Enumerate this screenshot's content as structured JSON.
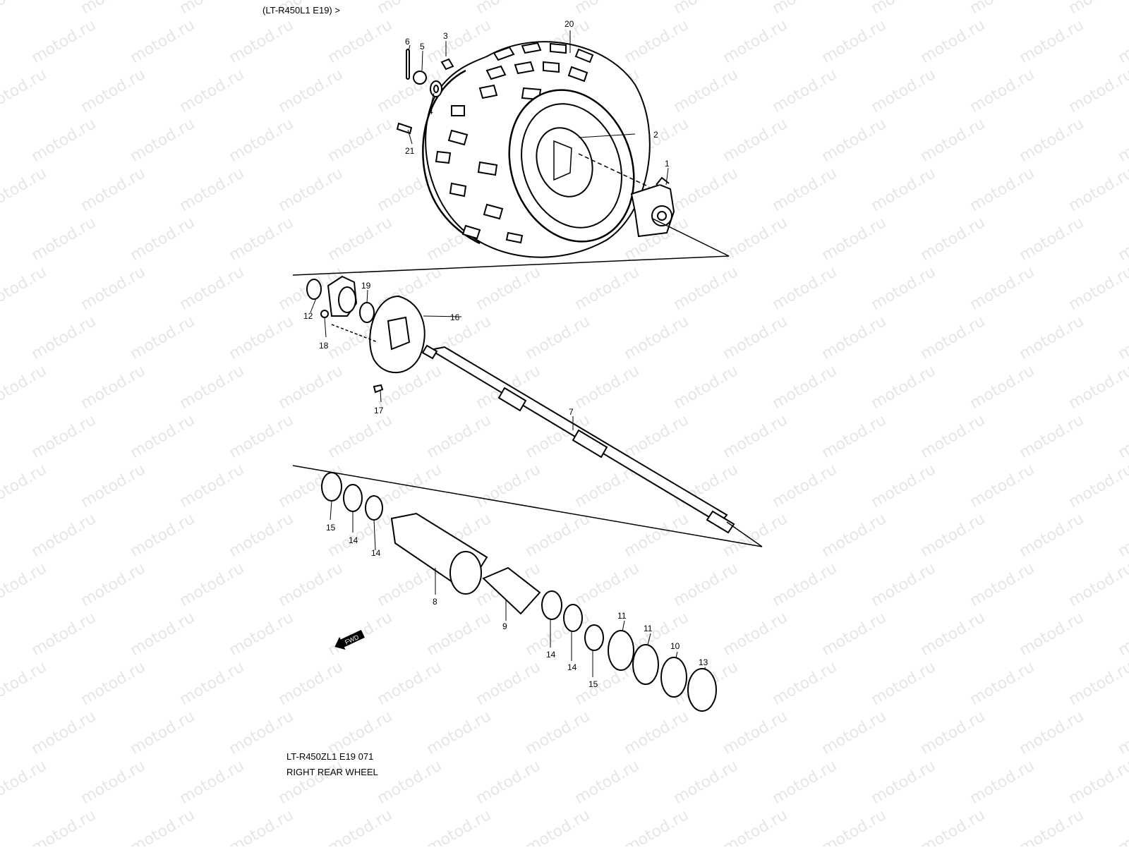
{
  "header": {
    "text": "(LT-R450L1 E19) >"
  },
  "footer": {
    "code": "LT-R450ZL1 E19  071",
    "title": "RIGHT REAR WHEEL"
  },
  "watermark": {
    "text": "motod.ru",
    "color": "#e6e6e6"
  },
  "callouts": [
    {
      "id": "p1",
      "label": "1"
    },
    {
      "id": "p2",
      "label": "2"
    },
    {
      "id": "p3",
      "label": "3"
    },
    {
      "id": "p4",
      "label": "4"
    },
    {
      "id": "p5",
      "label": "5"
    },
    {
      "id": "p6",
      "label": "6"
    },
    {
      "id": "p7",
      "label": "7"
    },
    {
      "id": "p8",
      "label": "8"
    },
    {
      "id": "p9",
      "label": "9"
    },
    {
      "id": "p10",
      "label": "10"
    },
    {
      "id": "p11a",
      "label": "11"
    },
    {
      "id": "p11b",
      "label": "11"
    },
    {
      "id": "p12",
      "label": "12"
    },
    {
      "id": "p13",
      "label": "13"
    },
    {
      "id": "p14a",
      "label": "14"
    },
    {
      "id": "p14b",
      "label": "14"
    },
    {
      "id": "p14c",
      "label": "14"
    },
    {
      "id": "p14d",
      "label": "14"
    },
    {
      "id": "p15a",
      "label": "15"
    },
    {
      "id": "p15b",
      "label": "15"
    },
    {
      "id": "p16",
      "label": "16"
    },
    {
      "id": "p17",
      "label": "17"
    },
    {
      "id": "p18",
      "label": "18"
    },
    {
      "id": "p19",
      "label": "19"
    },
    {
      "id": "p20",
      "label": "20"
    },
    {
      "id": "p21",
      "label": "21"
    }
  ],
  "fwd_label": "FWD"
}
